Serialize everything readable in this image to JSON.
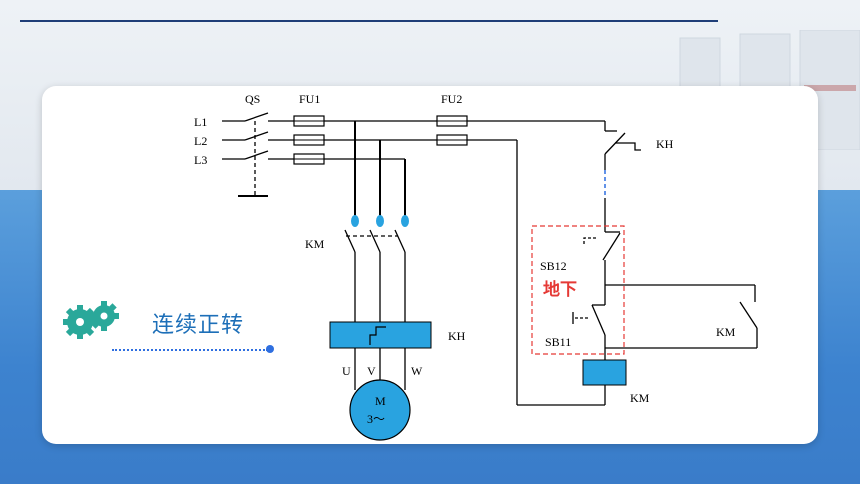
{
  "slide": {
    "title": "连续正转"
  },
  "diagram": {
    "labels": {
      "qs": "QS",
      "fu1": "FU1",
      "fu2": "FU2",
      "l1": "L1",
      "l2": "L2",
      "l3": "L3",
      "km_main": "KM",
      "kh_main": "KH",
      "kh_control": "KH",
      "sb12": "SB12",
      "sb11": "SB11",
      "km_aux": "KM",
      "km_coil": "KM",
      "u": "U",
      "v": "V",
      "w": "W",
      "motor_m": "M",
      "motor_phase": "3～",
      "highlight_note": "地下"
    },
    "colors": {
      "wire": "#000000",
      "component_fill": "#29a3e0",
      "highlight_border": "#e53935",
      "highlight_text": "#e53935",
      "dashed_link": "#2f6fe0",
      "title_text": "#1d6fb8"
    }
  }
}
